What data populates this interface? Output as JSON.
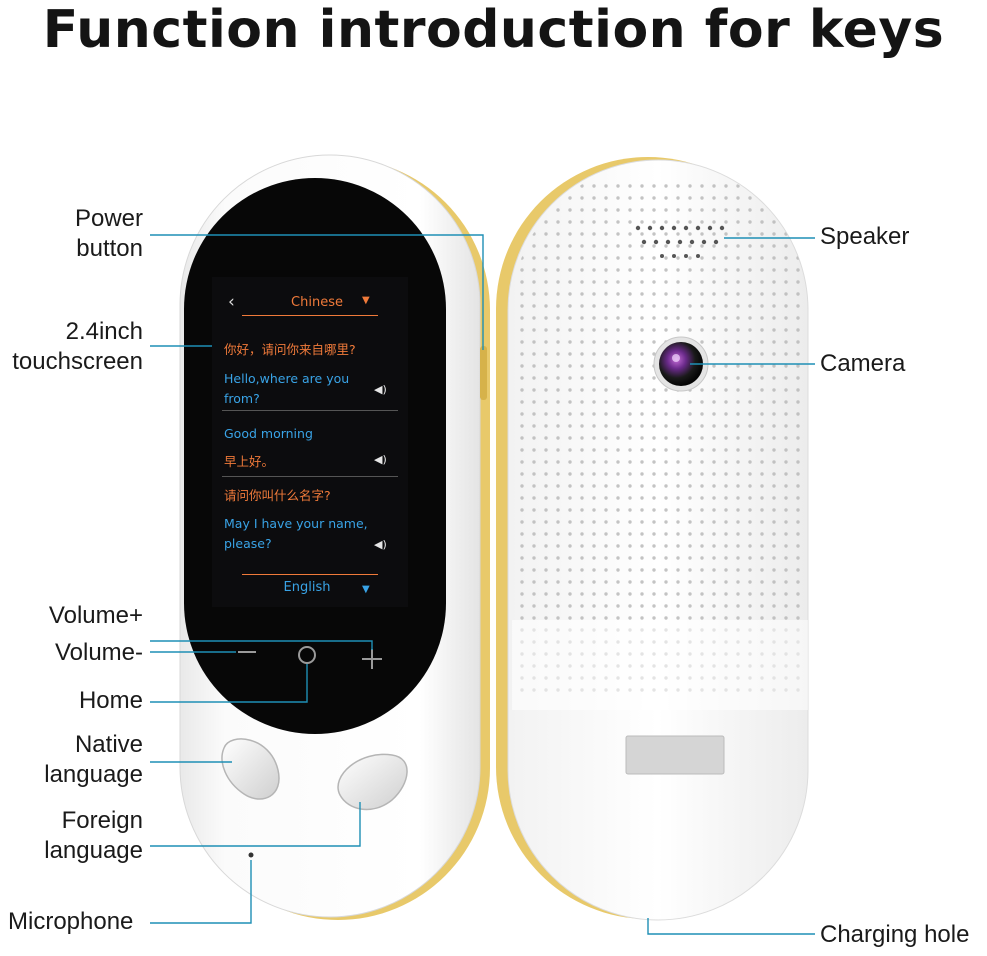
{
  "title": "Function introduction for keys",
  "labels": {
    "power_line1": "Power",
    "power_line2": "button",
    "touch_line1": "2.4inch",
    "touch_line2": "touchscreen",
    "volume_plus": "Volume+",
    "volume_minus": "Volume-",
    "home": "Home",
    "native_line1": "Native",
    "native_line2": "language",
    "foreign_line1": "Foreign",
    "foreign_line2": "language",
    "microphone": "Microphone",
    "speaker": "Speaker",
    "camera": "Camera",
    "charging": "Charging hole"
  },
  "screen": {
    "top_language": "Chinese",
    "bottom_language": "English",
    "messages": [
      {
        "text": "你好，请问你来自哪里?",
        "lang": "zh"
      },
      {
        "text": "Hello,where are you",
        "lang": "en"
      },
      {
        "text": "from?",
        "lang": "en"
      },
      {
        "text": "Good morning",
        "lang": "en"
      },
      {
        "text": "早上好。",
        "lang": "zh"
      },
      {
        "text": "请问你叫什么名字?",
        "lang": "zh"
      },
      {
        "text": "May I have your name,",
        "lang": "en"
      },
      {
        "text": "please?",
        "lang": "en"
      }
    ]
  },
  "colors": {
    "orange_text": "#f07a3a",
    "blue_text": "#39a3e6",
    "gold_trim": "#e8c96a",
    "leader_line": "#1e8fb5"
  }
}
